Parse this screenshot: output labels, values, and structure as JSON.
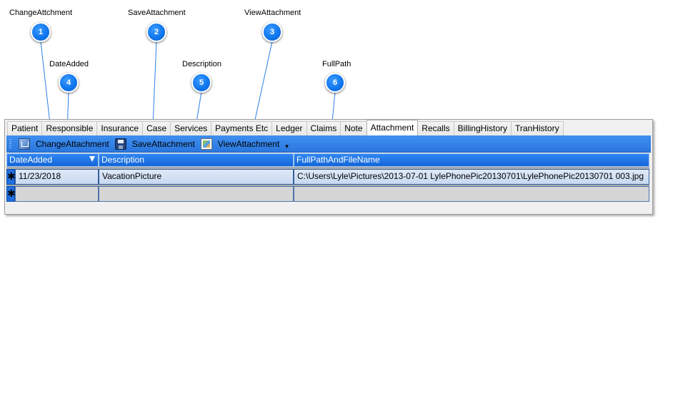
{
  "callouts": [
    {
      "number": "1",
      "label": "ChangeAttchment"
    },
    {
      "number": "2",
      "label": "SaveAttachment"
    },
    {
      "number": "3",
      "label": "ViewAttachment"
    },
    {
      "number": "4",
      "label": "DateAdded"
    },
    {
      "number": "5",
      "label": "Description"
    },
    {
      "number": "6",
      "label": "FullPath"
    }
  ],
  "tabs": [
    {
      "label": "Patient"
    },
    {
      "label": "Responsible"
    },
    {
      "label": "Insurance"
    },
    {
      "label": "Case"
    },
    {
      "label": "Services"
    },
    {
      "label": "Payments Etc"
    },
    {
      "label": "Ledger"
    },
    {
      "label": "Claims"
    },
    {
      "label": "Note"
    },
    {
      "label": "Attachment",
      "active": true
    },
    {
      "label": "Recalls"
    },
    {
      "label": "BillingHistory"
    },
    {
      "label": "TranHistory"
    }
  ],
  "toolbar": {
    "change_label": "ChangeAttachment",
    "save_label": "SaveAttachment",
    "view_label": "ViewAttachment",
    "overflow_glyph": "▾",
    "change_icon": "change-attachment-icon",
    "save_icon": "floppy-disk-icon",
    "view_icon": "view-image-icon"
  },
  "grid": {
    "columns": [
      "DateAdded",
      "Description",
      "FullPathAndFileName"
    ],
    "rows": [
      {
        "selector": "✱",
        "cells": [
          "11/23/2018",
          "VacationPicture",
          "C:\\Users\\Lyle\\Pictures\\2013-07-01 LylePhonePic20130701\\LylePhonePic20130701 003.jpg"
        ]
      }
    ],
    "new_row_selector": "✱"
  },
  "colors": {
    "toolbar_blue": "#2a78de",
    "header_blue": "#1466d8",
    "badge_blue": "#1177ee"
  }
}
